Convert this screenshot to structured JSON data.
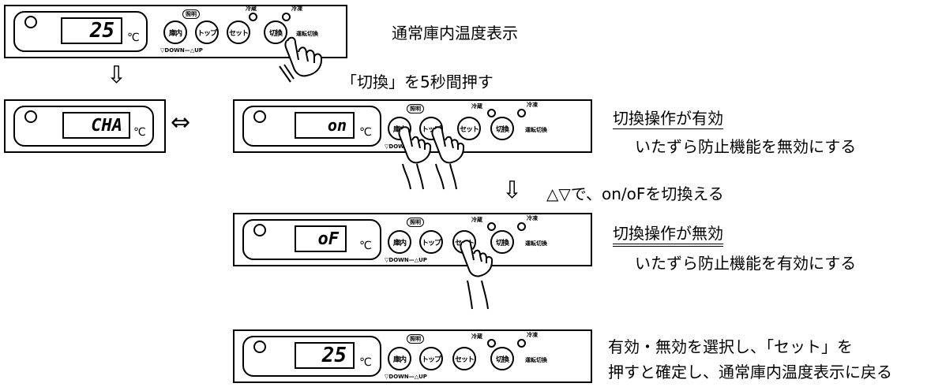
{
  "panel": {
    "unit": "℃",
    "btn_lighting_label": "照明",
    "btn_inside": "庫内",
    "btn_top": "トップ",
    "btn_set": "セット",
    "btn_switch": "切換",
    "lamp_cold": "冷蔵",
    "lamp_freeze": "冷凍",
    "op_switch": "運転切換",
    "down_up": "▽DOWN—△UP"
  },
  "displays": {
    "d1": "25",
    "d2": "CHA",
    "d3": "on",
    "d4": "oF",
    "d5": "25"
  },
  "labels": {
    "normal_display": "通常庫内温度表示",
    "press_switch": "「切換」を5秒間押す",
    "switch_enabled": "切換操作が有効",
    "tamper_disable": "いたずら防止機能を無効にする",
    "toggle_instruction": "△▽で、on/oFを切換える",
    "switch_disabled": "切換操作が無効",
    "tamper_enable": "いたずら防止機能を有効にする",
    "confirm_line1": "有効・無効を選択し、「セット」を",
    "confirm_line2": "押すと確定し、通常庫内温度表示に戻る"
  },
  "arrows": {
    "down": "⇩",
    "double": "⇔"
  }
}
